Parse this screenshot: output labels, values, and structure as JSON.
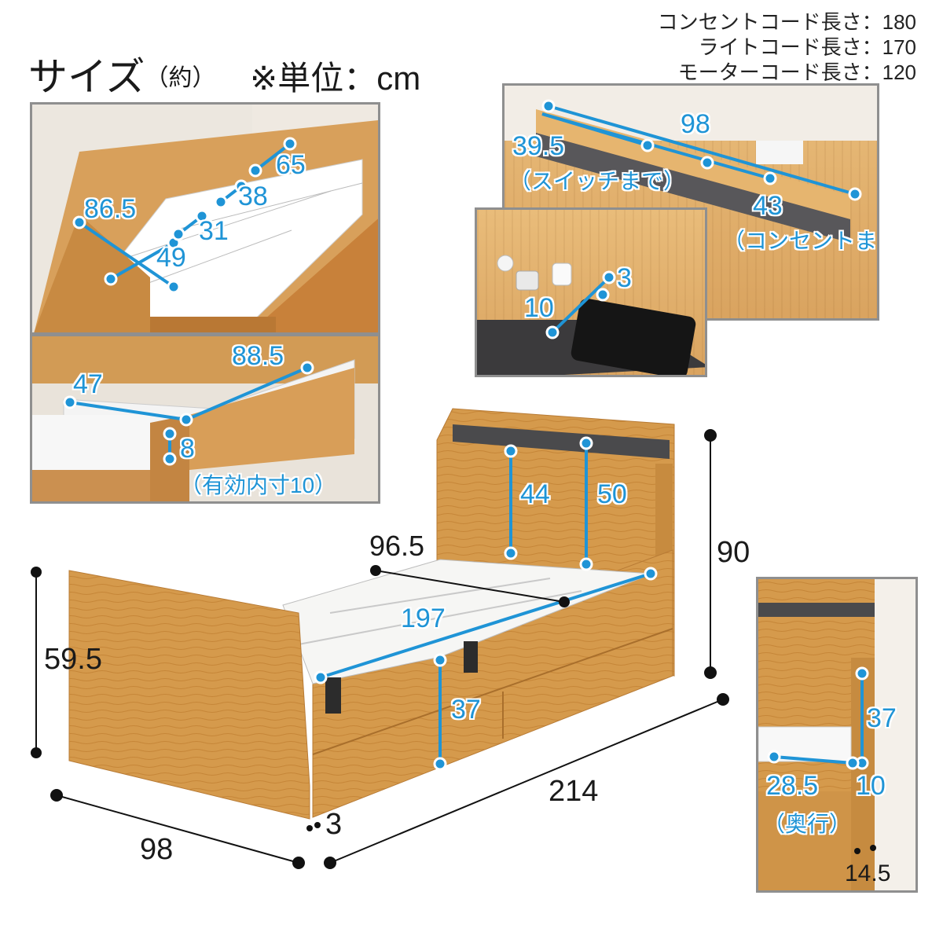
{
  "title": {
    "main": "サイズ",
    "approx": "（約）",
    "unit": "※単位：cm"
  },
  "cords": [
    {
      "label": "コンセントコード長さ：180"
    },
    {
      "label": "ライトコード長さ：170"
    },
    {
      "label": "モーターコード長さ：120"
    }
  ],
  "slats": {
    "d1": "86.5",
    "d2": "49",
    "d3": "31",
    "d4": "38",
    "d5": "65"
  },
  "drawer": {
    "width": "88.5",
    "depth": "47",
    "height": "8",
    "note": "（有効内寸10）"
  },
  "headboard_shelf": {
    "width": "98",
    "switch": "39.5",
    "switch_note": "（スイッチまで）",
    "outlet": "43",
    "outlet_note": "（コンセントまで）"
  },
  "phone_slot": {
    "gap": "3",
    "depth": "10"
  },
  "bed": {
    "inner_width": "96.5",
    "inner_length": "197",
    "side_height": "37",
    "footboard_height": "59.5",
    "headboard_height": "90",
    "panel1": "44",
    "panel2": "50",
    "width": "98",
    "length": "214",
    "clearance": "3"
  },
  "side_detail": {
    "height": "37",
    "depth": "28.5",
    "depth_note": "（奥行）",
    "thickness": "10",
    "bottom": "14.5"
  },
  "colors": {
    "accent": "#1f94d6",
    "wood": "#d39849",
    "frame": "#8f8f8f"
  }
}
